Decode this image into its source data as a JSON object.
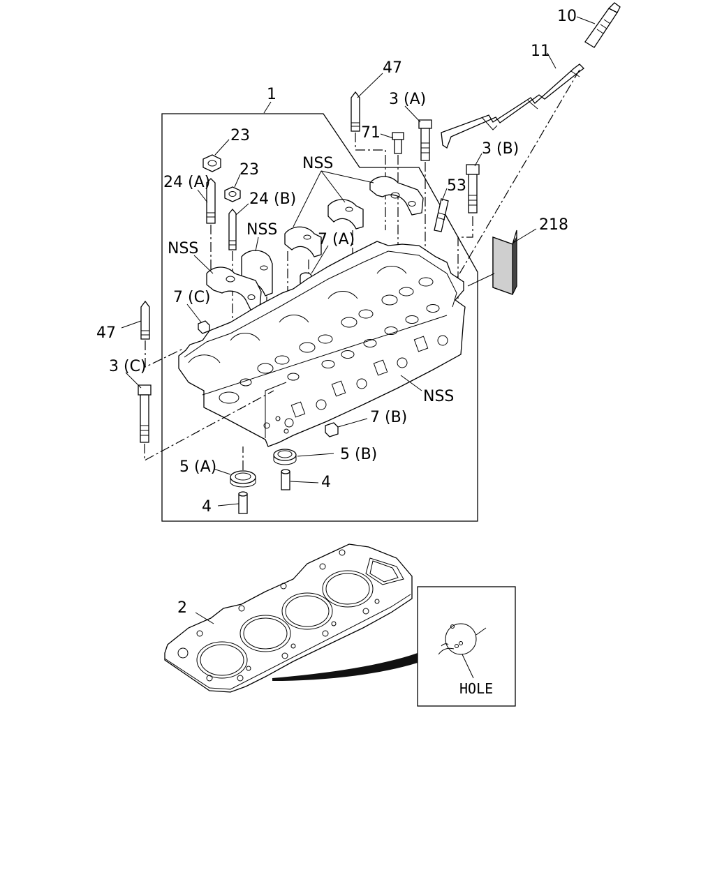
{
  "callouts": {
    "c10": "10",
    "c11": "11",
    "c47_top": "47",
    "c1": "1",
    "c3a": "3 (A)",
    "c71": "71",
    "c3b": "3 (B)",
    "c23_a": "23",
    "c23_b": "23",
    "c24a": "24 (A)",
    "c24b": "24 (B)",
    "nss_top": "NSS",
    "c53": "53",
    "c218": "218",
    "nss_mid": "NSS",
    "nss_left": "NSS",
    "c7a": "7 (A)",
    "c7c": "7 (C)",
    "c47_left": "47",
    "c3c": "3 (C)",
    "nss_right": "NSS",
    "c7b": "7 (B)",
    "c5a": "5 (A)",
    "c5b": "5 (B)",
    "c4_right": "4",
    "c4_left": "4",
    "c2": "2",
    "hole": "HOLE"
  }
}
